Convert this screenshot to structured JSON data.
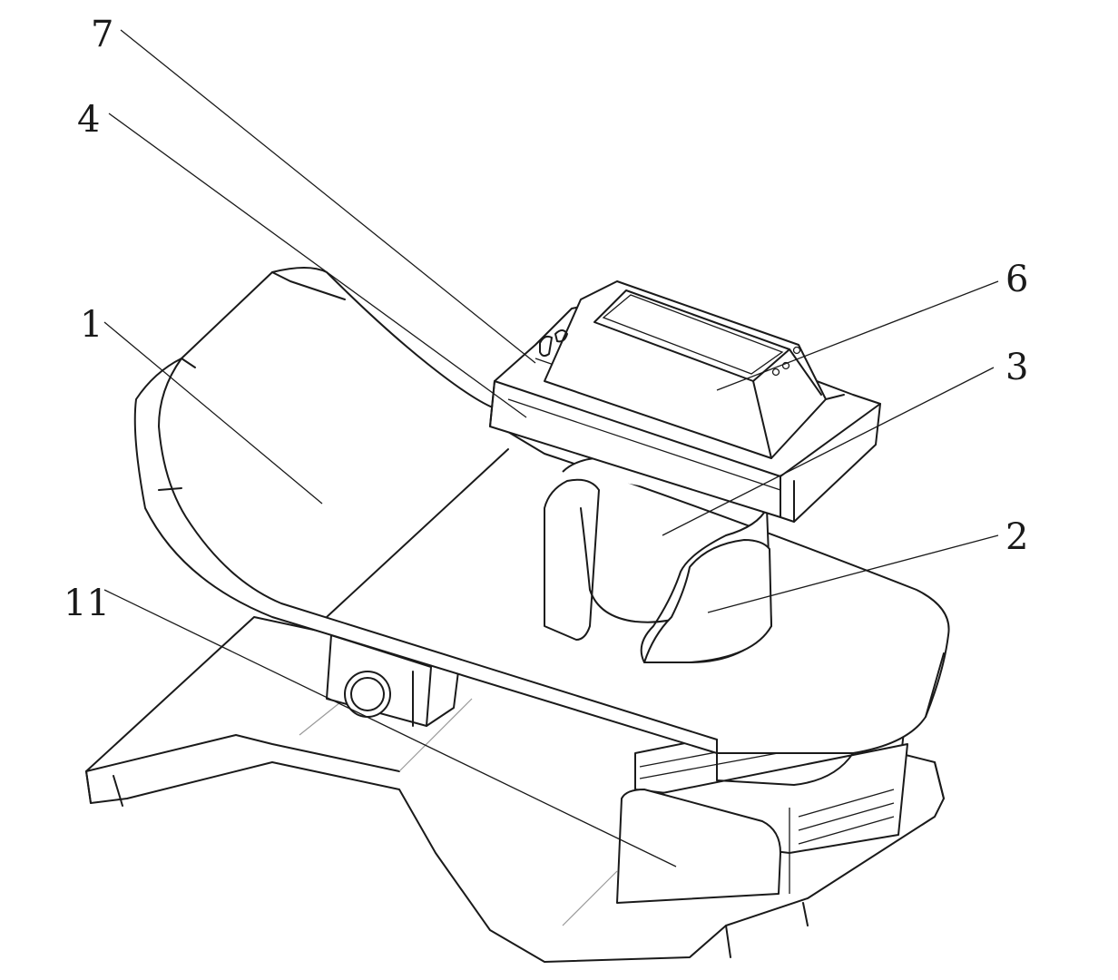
{
  "figure": {
    "labels": [
      {
        "key": "label-7",
        "text": "7"
      },
      {
        "key": "label-4",
        "text": "4"
      },
      {
        "key": "label-1",
        "text": "1"
      },
      {
        "key": "label-6",
        "text": "6"
      },
      {
        "key": "label-3",
        "text": "3"
      },
      {
        "key": "label-2",
        "text": "2"
      },
      {
        "key": "label-11",
        "text": "11"
      }
    ]
  }
}
